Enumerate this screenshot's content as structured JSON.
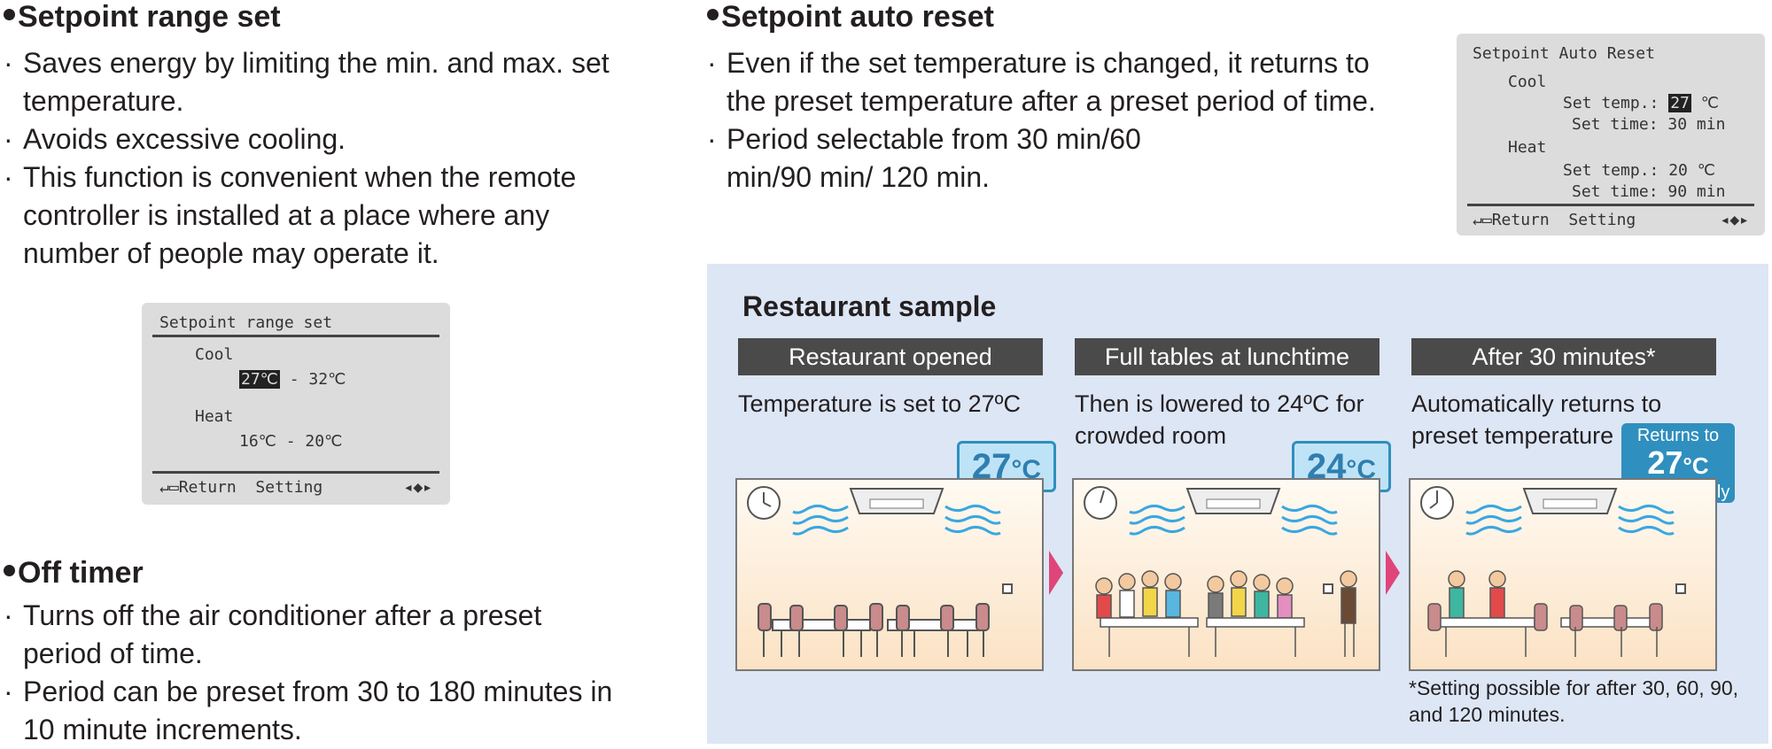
{
  "range": {
    "heading": "Setpoint range set",
    "bullets": [
      "Saves energy by limiting the min. and max. set temperature.",
      "Avoids excessive cooling.",
      "This function is convenient when the remote controller is installed at a place where any number of people may operate it."
    ],
    "lcd": {
      "title": "Setpoint range set",
      "cool_label": "Cool",
      "cool_min": "27℃",
      "cool_rest": " - 32℃",
      "heat_label": "Heat",
      "heat_range": "16℃ - 20℃",
      "return_label": "Return",
      "setting_label": "Setting"
    }
  },
  "timer": {
    "heading": "Off timer",
    "bullets": [
      "Turns off the air conditioner after a preset period of time.",
      "Period can be preset from 30 to 180 minutes in 10 minute increments."
    ]
  },
  "auto_reset": {
    "heading": "Setpoint auto reset",
    "bullets": [
      "Even if the set temperature is changed, it returns to the preset temperature after a preset period of time.",
      "Period selectable from 30 min/60 min/90 min/ 120 min."
    ],
    "lcd": {
      "title": "Setpoint Auto Reset",
      "cool_label": "Cool",
      "set_temp_label": "Set temp.:",
      "cool_temp": "27",
      "cool_unit": "℃",
      "set_time_label": "Set time:",
      "cool_time": "30 min",
      "heat_label": "Heat",
      "heat_temp": "20 ℃",
      "heat_time": "90 min",
      "return_label": "Return",
      "setting_label": "Setting"
    }
  },
  "sample": {
    "title": "Restaurant sample",
    "steps": [
      {
        "label": "Restaurant opened",
        "desc": "Temperature is set to 27ºC",
        "temp": "27",
        "unit": "°C"
      },
      {
        "label": "Full tables at lunchtime",
        "desc": "Then is lowered to 24ºC for crowded room",
        "temp": "24",
        "unit": "°C"
      },
      {
        "label": "After 30 minutes*",
        "desc": "Automatically returns to preset temperature (27ºC)",
        "badge_top": "Returns to",
        "temp": "27",
        "unit": "°C",
        "badge_bottom": "automatically"
      }
    ],
    "footnote": "*Setting possible for after 30, 60, 90, and 120 minutes."
  }
}
